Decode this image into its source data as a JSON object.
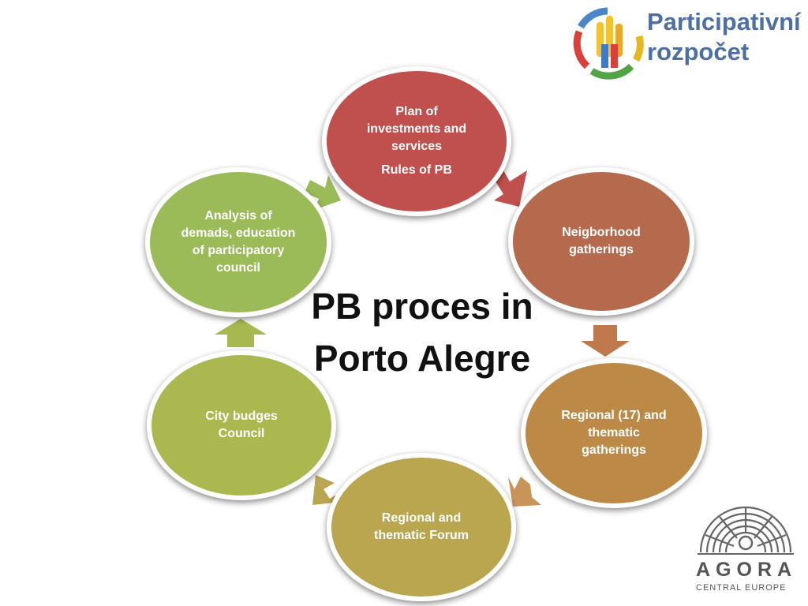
{
  "diagram": {
    "title_line1": "PB proces in",
    "title_line2": "Porto Alegre",
    "nodes": {
      "plan": {
        "lines": [
          "Plan of",
          "investments and",
          "services"
        ],
        "extra": "Rules of PB",
        "color": "#c0504d"
      },
      "neighborhood": {
        "lines": [
          "Neigborhood",
          "gatherings"
        ],
        "color": "#b66a4d"
      },
      "regional_gatherings": {
        "lines": [
          "Regional  (17) and",
          "thematic",
          "gatherings"
        ],
        "color": "#bc8a46"
      },
      "forum": {
        "lines": [
          "Regional and",
          "thematic  Forum"
        ],
        "color": "#b9a64f"
      },
      "council": {
        "lines": [
          "City budges",
          "Council"
        ],
        "color": "#abb850"
      },
      "analysis": {
        "lines": [
          "Analysis of",
          "demads, education",
          "of participatory",
          "council"
        ],
        "color": "#9bbb59"
      }
    }
  },
  "logos": {
    "top_line1": "Participativní",
    "top_line2": "rozpočet",
    "agora_name": "AGORA",
    "agora_sub": "CENTRAL EUROPE"
  }
}
